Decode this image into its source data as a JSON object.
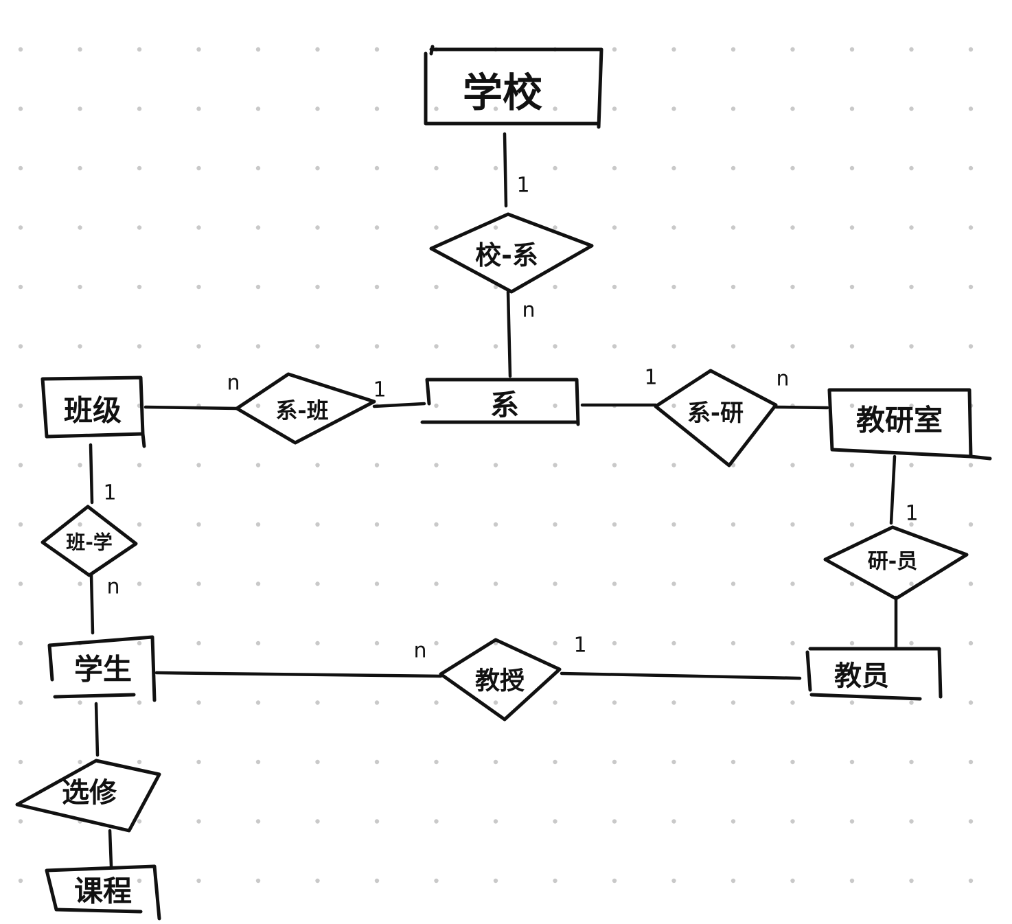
{
  "entities": {
    "school": "学校",
    "department": "系",
    "class": "班级",
    "teaching_office": "教研室",
    "student": "学生",
    "teacher": "教员",
    "course": "课程"
  },
  "relationships": {
    "school_department": "校-系",
    "department_class": "系-班",
    "department_office": "系-研",
    "class_student": "班-学",
    "office_teacher": "研-员",
    "teaching": "教授",
    "elective": "选修"
  },
  "cardinalities": {
    "school_side_of_school_department": "1",
    "department_side_of_school_department": "n",
    "class_side_of_department_class": "n",
    "department_side_of_department_class": "1",
    "department_side_of_department_office": "1",
    "office_side_of_department_office": "n",
    "class_side_of_class_student": "1",
    "student_side_of_class_student": "n",
    "office_side_of_office_teacher": "1",
    "student_side_of_teaching": "n",
    "teacher_side_of_teaching": "1"
  }
}
